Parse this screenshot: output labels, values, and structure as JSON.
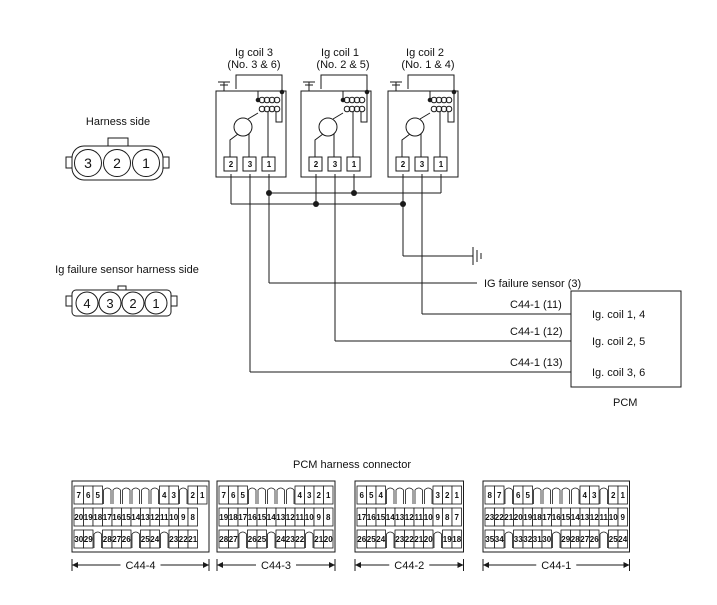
{
  "colors": {
    "line": "#1a1a1a",
    "background": "#ffffff"
  },
  "coils": [
    {
      "label": "Ig coil 3",
      "sub": "(No. 3 & 6)",
      "pins": [
        "2",
        "3",
        "1"
      ]
    },
    {
      "label": "Ig coil 1",
      "sub": "(No. 2 & 5)",
      "pins": [
        "2",
        "3",
        "1"
      ]
    },
    {
      "label": "Ig coil 2",
      "sub": "(No. 1 & 4)",
      "pins": [
        "2",
        "3",
        "1"
      ]
    }
  ],
  "harness_side": {
    "label": "Harness side",
    "pins": [
      "3",
      "2",
      "1"
    ]
  },
  "sensor_harness": {
    "label": "Ig failure sensor harness side",
    "pins": [
      "4",
      "3",
      "2",
      "1"
    ]
  },
  "wires": [
    {
      "label": "IG failure sensor (3)"
    },
    {
      "label": "C44-1 (11)"
    },
    {
      "label": "C44-1 (12)"
    },
    {
      "label": "C44-1 (13)"
    }
  ],
  "pcm": {
    "title": "PCM",
    "pins": [
      "Ig. coil 1, 4",
      "Ig. coil 2, 5",
      "Ig. coil 3, 6"
    ]
  },
  "pcm_connector": {
    "title": "PCM harness connector",
    "blocks": [
      {
        "name": "C44-4",
        "rows": [
          [
            "7",
            "6",
            "5",
            "",
            "",
            "",
            "",
            "",
            "",
            "4",
            "3",
            "",
            "2",
            "1"
          ],
          [
            "20",
            "19",
            "18",
            "17",
            "16",
            "15",
            "14",
            "13",
            "12",
            "11",
            "10",
            "9",
            "8"
          ],
          [
            "30",
            "29",
            "",
            "28",
            "27",
            "26",
            "",
            "25",
            "24",
            "",
            "23",
            "22",
            "21"
          ]
        ]
      },
      {
        "name": "C44-3",
        "rows": [
          [
            "7",
            "6",
            "5",
            "",
            "",
            "",
            "",
            "",
            "4",
            "3",
            "2",
            "1"
          ],
          [
            "19",
            "18",
            "17",
            "16",
            "15",
            "14",
            "13",
            "12",
            "11",
            "10",
            "9",
            "8"
          ],
          [
            "28",
            "27",
            "",
            "26",
            "25",
            "",
            "24",
            "23",
            "22",
            "",
            "21",
            "20"
          ]
        ]
      },
      {
        "name": "C44-2",
        "rows": [
          [
            "6",
            "5",
            "4",
            "",
            "",
            "",
            "",
            "",
            "3",
            "2",
            "1"
          ],
          [
            "17",
            "16",
            "15",
            "14",
            "13",
            "12",
            "11",
            "10",
            "9",
            "8",
            "7"
          ],
          [
            "26",
            "25",
            "24",
            "",
            "23",
            "22",
            "21",
            "20",
            "",
            "19",
            "18"
          ]
        ]
      },
      {
        "name": "C44-1",
        "rows": [
          [
            "8",
            "7",
            "",
            "6",
            "5",
            "",
            "",
            "",
            "",
            "",
            "4",
            "3",
            "",
            "2",
            "1"
          ],
          [
            "23",
            "22",
            "21",
            "20",
            "19",
            "18",
            "17",
            "16",
            "15",
            "14",
            "13",
            "12",
            "11",
            "10",
            "9"
          ],
          [
            "35",
            "34",
            "",
            "33",
            "32",
            "31",
            "30",
            "",
            "29",
            "28",
            "27",
            "26",
            "",
            "25",
            "24"
          ]
        ]
      }
    ]
  }
}
